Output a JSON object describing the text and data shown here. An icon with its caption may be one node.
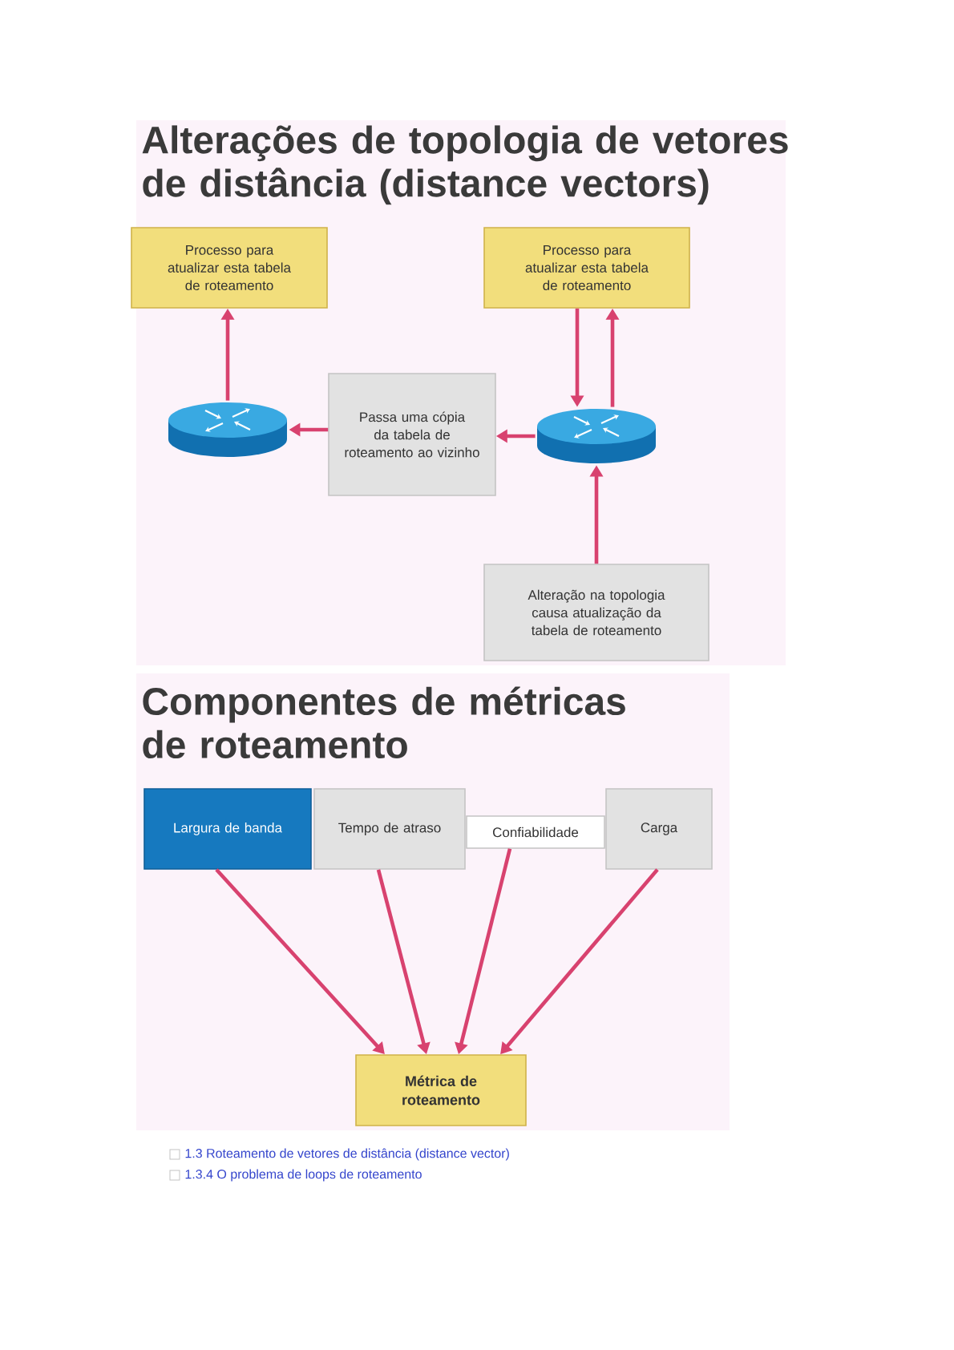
{
  "diagram": {
    "title": "Alterações de topologia de vetores de distância (distance vectors)",
    "nodes": [
      {
        "text": [
          "Processo para atualizar esta tabela de roteamento"
        ]
      },
      {
        "text": [
          "Processo para atualizar esta tabela de roteamento"
        ]
      },
      {
        "text": [],
        "shape": "cylinder"
      },
      {
        "text": [
          "Passa uma cópia da tabela de roteamento ao vizinho"
        ]
      },
      {
        "text": [],
        "shape": "cylinder"
      },
      {
        "text": [
          "Alteração na topologia causa atualização da tabela de roteamento"
        ]
      },
      {
        "text": [
          "Largura de banda"
        ]
      },
      {
        "text": [
          "Tempo de atraso"
        ]
      },
      {
        "text": [
          "Confiabilidade"
        ]
      },
      {
        "text": [
          "Carga"
        ]
      },
      {
        "text": [
          "Métrica de roteamento"
        ]
      }
    ],
    "edges": [
      {
        "from": 2,
        "to": 0,
        "arrow": "to"
      },
      {
        "from": 1,
        "to": 4,
        "arrow": "to"
      },
      {
        "from": 4,
        "to": 1,
        "arrow": "to"
      },
      {
        "from": 4,
        "to": 3,
        "arrow": "to"
      },
      {
        "from": 3,
        "to": 2,
        "arrow": "to"
      },
      {
        "from": 5,
        "to": 4,
        "arrow": "to"
      },
      {
        "from": 6,
        "to": 10,
        "arrow": "to"
      },
      {
        "from": 7,
        "to": 10,
        "arrow": "to"
      },
      {
        "from": 8,
        "to": 10,
        "arrow": "to"
      },
      {
        "from": 9,
        "to": 10,
        "arrow": "to"
      }
    ],
    "labels": [
      "Componentes de métricas de roteamento",
      "1.3 Roteamento de vetores de distância (distance vector)",
      "1.3.4 O problema de loops de roteamento"
    ]
  }
}
